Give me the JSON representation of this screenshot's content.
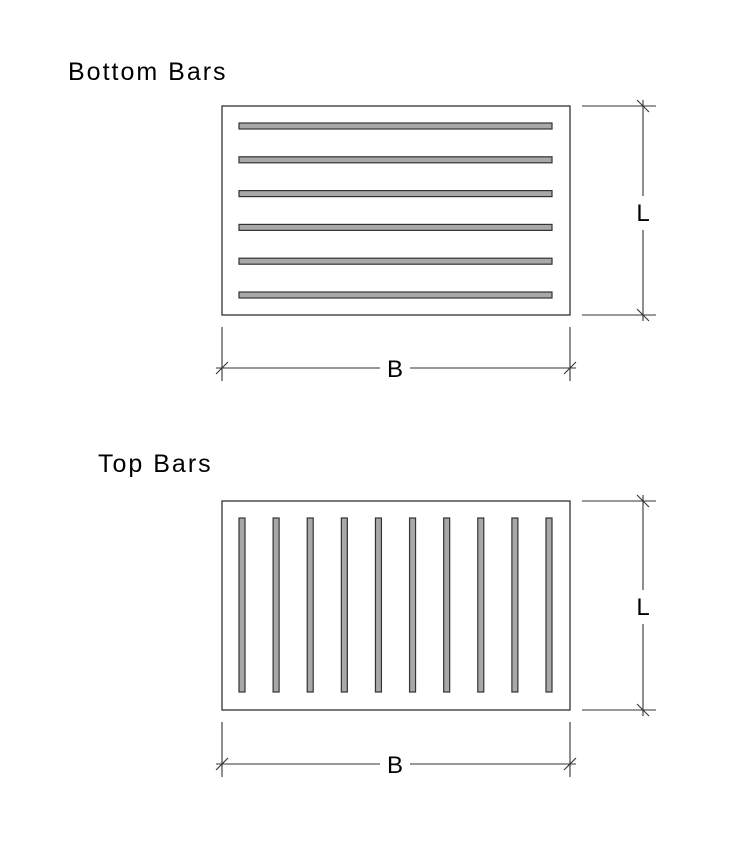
{
  "panels": {
    "bottom": {
      "title": "Bottom Bars",
      "bar_count": 6,
      "bar_orientation": "horizontal",
      "length_label": "L",
      "width_label": "B"
    },
    "top": {
      "title": "Top Bars",
      "bar_count": 10,
      "bar_orientation": "vertical",
      "length_label": "L",
      "width_label": "B"
    }
  },
  "colors": {
    "bar_fill": "#a8a8a8",
    "stroke": "#333333",
    "background": "#ffffff"
  }
}
